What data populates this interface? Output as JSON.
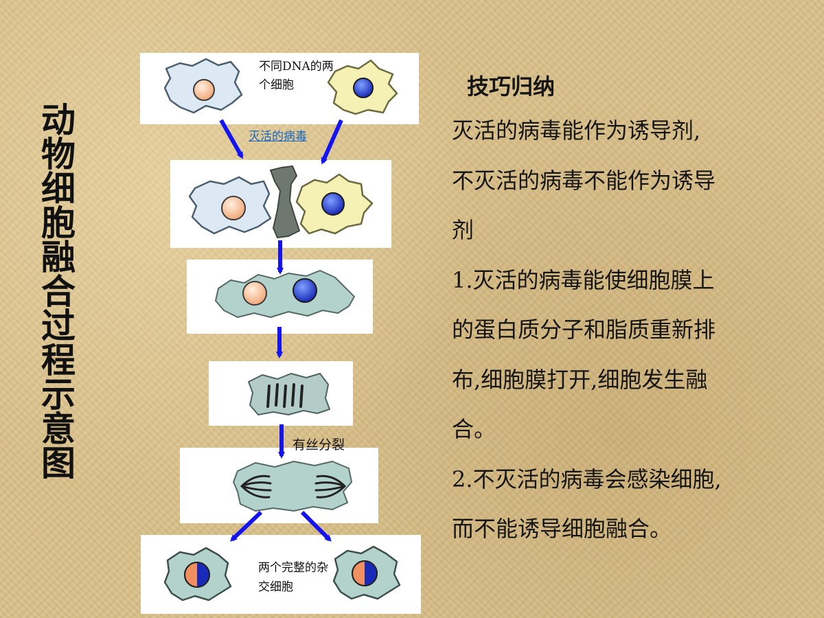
{
  "title": "动物细胞融合过程示意图",
  "diagram": {
    "label_cells": "不同DNA的两个细胞",
    "label_inducer": "灭活的病毒",
    "label_mitosis": "有丝分裂",
    "label_result": "两个完整的杂交细胞"
  },
  "notes": {
    "heading": "技巧归纳",
    "lines": [
      "灭活的病毒能作为诱导剂,",
      "不灭活的病毒不能作为诱导",
      "剂",
      "1.灭活的病毒能使细胞膜上",
      "的蛋白质分子和脂质重新排",
      "布,细胞膜打开,细胞发生融",
      "合。",
      "2.不灭活的病毒会感染细胞,",
      "而不能诱导细胞融合。"
    ]
  },
  "colors": {
    "arrow": "#1414f0",
    "cell_blue_membrane": "#dce8f4",
    "cell_yellow_membrane": "#f5f0b4",
    "fused_membrane": "#b4d2cc",
    "virus": "#6f7870",
    "nucleus_orange": "#f7bf99",
    "nucleus_blue": "#2a3fd0"
  }
}
